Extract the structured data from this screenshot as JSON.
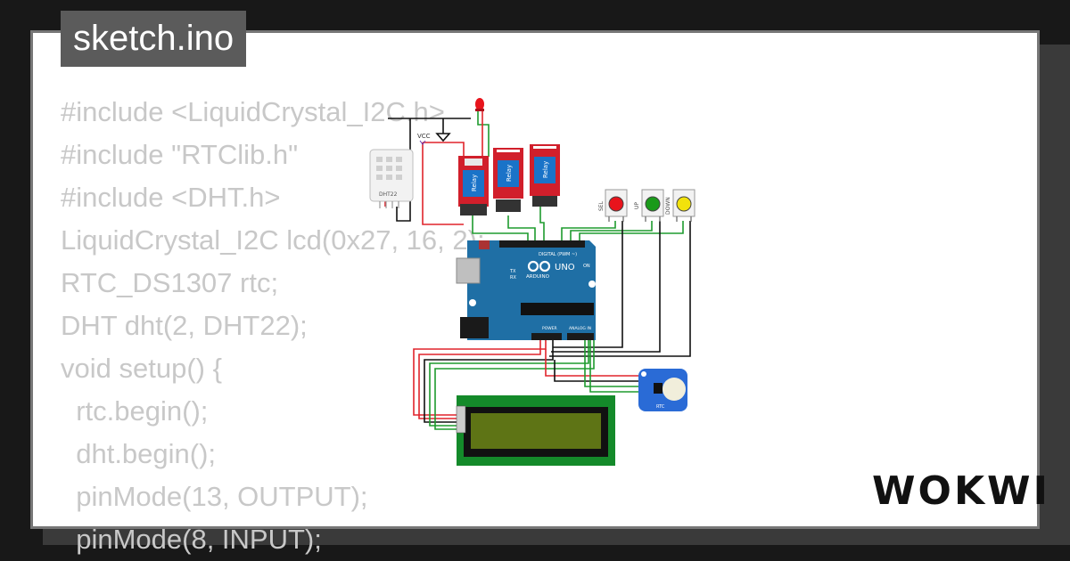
{
  "title": "sketch.ino",
  "code_lines": [
    "#include <LiquidCrystal_I2C.h>",
    "#include \"RTClib.h\"",
    "#include <DHT.h>",
    "LiquidCrystal_I2C lcd(0x27, 16, 2);",
    "RTC_DS1307 rtc;",
    "DHT dht(2, DHT22);",
    "void setup() {",
    "  rtc.begin();",
    "  dht.begin();",
    "  pinMode(13, OUTPUT);",
    "  pinMode(8, INPUT);"
  ],
  "brand": "WOKWI",
  "components": {
    "dht_label": "DHT22",
    "vcc_label": "VCC",
    "relay_label": "Relay",
    "board_label": "UNO",
    "board_brand": "ARDUINO",
    "digital_label": "DIGITAL (PWM ~)",
    "power_label": "POWER",
    "analog_label": "ANALOG IN",
    "tx_label": "TX",
    "rx_label": "RX",
    "on_label": "ON",
    "rtc_label": "RTC",
    "button_labels": [
      "SEL",
      "UP",
      "DOWN"
    ]
  },
  "colors": {
    "relay": "#d11f2b",
    "board": "#1f6fa5",
    "lcd_frame": "#148a2a",
    "lcd_screen": "#5e7415",
    "button_red": "#e8141c",
    "button_green": "#1a9a1a",
    "button_yellow": "#f2e20c",
    "wire_red": "#e0242b",
    "wire_green": "#1e9b2e",
    "wire_black": "#111111"
  }
}
